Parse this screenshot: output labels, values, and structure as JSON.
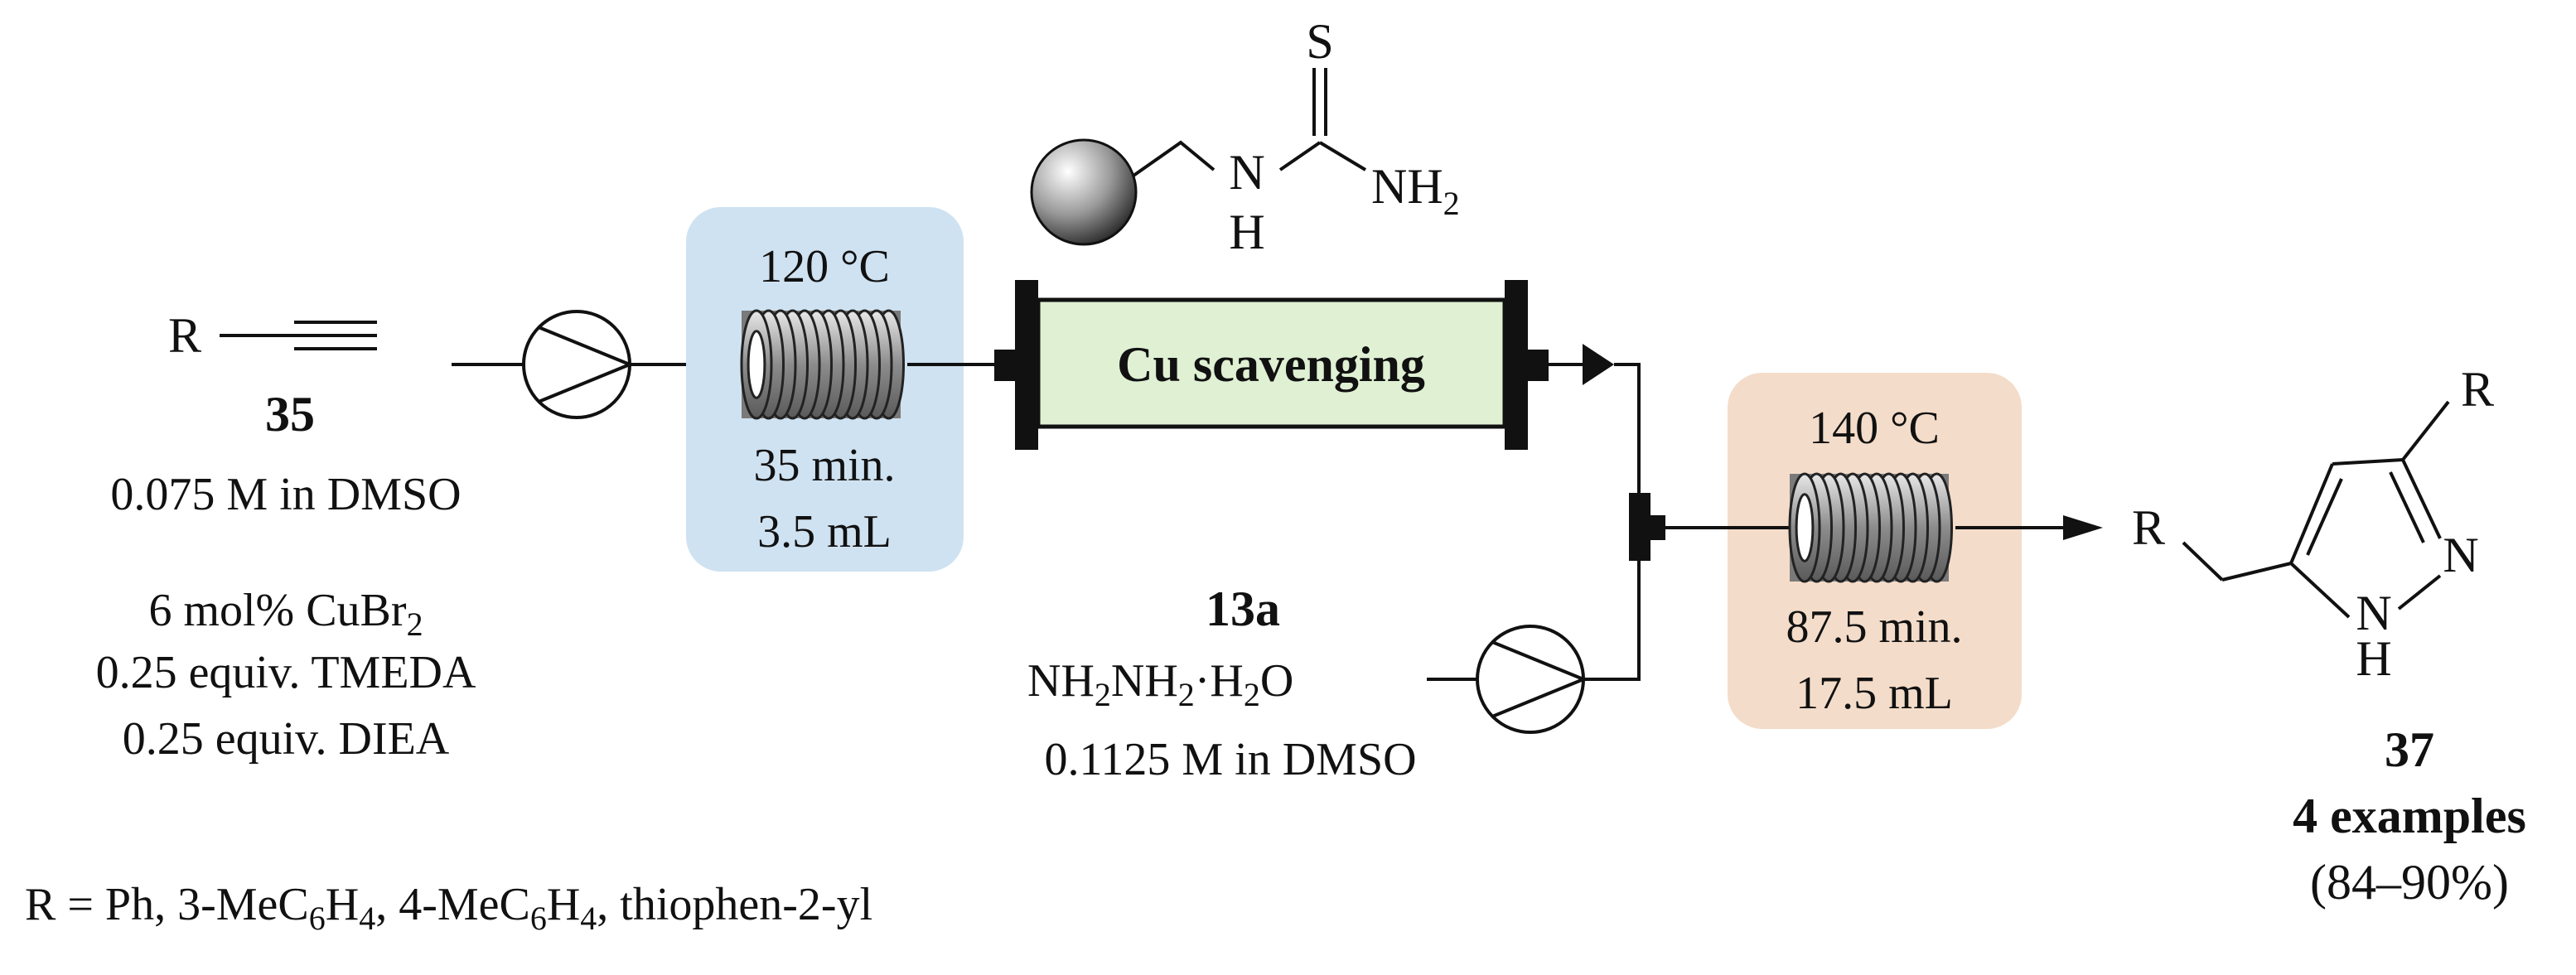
{
  "colors": {
    "reactor1_bg": "#cfe2f1",
    "reactor2_bg": "#f3dcc9",
    "column_bg": "#dff0d3",
    "line": "#111111"
  },
  "reactant_35": {
    "r_label": "R",
    "compound_number": "35",
    "concentration": "0.075 M in DMSO",
    "conditions": [
      "6 mol% CuBr",
      "0.25 equiv. TMEDA",
      "0.25 equiv. DIEA"
    ],
    "cubr_subscript": "2"
  },
  "reactor_1": {
    "temperature": "120 °C",
    "time": "35 min.",
    "volume": "3.5 mL"
  },
  "scavenger_column": {
    "label": "Cu scavenging"
  },
  "resin": {
    "n_label": "N",
    "h_label": "H",
    "s_label": "S",
    "nh2_label": "NH",
    "nh2_subscript": "2"
  },
  "reactant_13a": {
    "compound_number": "13a",
    "formula_parts": [
      "NH",
      "2",
      "NH",
      "2",
      "·H",
      "2",
      "O"
    ],
    "concentration": "0.1125 M in DMSO"
  },
  "reactor_2": {
    "temperature": "140 °C",
    "time": "87.5 min.",
    "volume": "17.5 mL"
  },
  "product_37": {
    "r_top": "R",
    "r_left": "R",
    "n_right": "N",
    "n_bottom": "N",
    "h_bottom": "H",
    "compound_number": "37",
    "examples": "4 examples",
    "yield": "(84–90%)"
  },
  "footnote": {
    "parts": [
      "R = Ph, 3-MeC",
      "6",
      "H",
      "4",
      ", 4-MeC",
      "6",
      "H",
      "4",
      ", thiophen-2-yl"
    ]
  }
}
